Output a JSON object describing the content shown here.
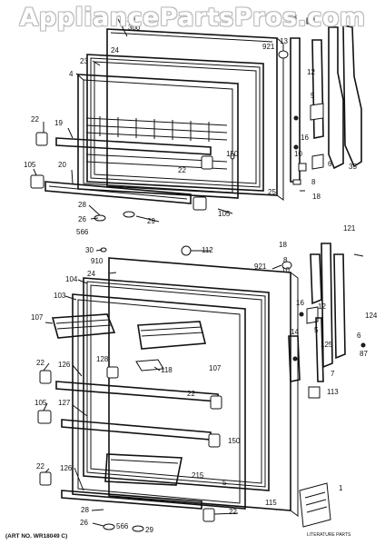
{
  "watermark": "AppliancePartsPros.com",
  "art_number": "(ART NO. WR18049 C)",
  "literature_caption": "LITERATURE PARTS",
  "callouts": {
    "c20": "20",
    "c300": "300",
    "c24a": "24",
    "c23": "23",
    "c4": "4",
    "c18a": "18",
    "c921a": "921",
    "c13": "13",
    "c12a": "12",
    "c35": "35",
    "c5a": "5",
    "c16a": "16",
    "c10a": "10",
    "c6a": "6",
    "c8a": "8",
    "c18b": "18",
    "c22a": "22",
    "c19": "19",
    "c150a": "150",
    "c22b": "22",
    "c25": "25",
    "c105a": "105",
    "c20b": "20",
    "c28a": "28",
    "c26a": "26",
    "c566a": "566",
    "c29a": "29",
    "c105b": "105",
    "c30": "30",
    "c112": "112",
    "c910": "910",
    "c24b": "24",
    "c104": "104",
    "c103": "103",
    "c107a": "107",
    "c18c": "18",
    "c8b": "8",
    "c921b": "921",
    "c10b": "10",
    "c121": "121",
    "c16b": "16",
    "c12b": "12",
    "c14": "14",
    "c5b": "5",
    "c125": "125",
    "c124": "124",
    "c6b": "6",
    "c87": "87",
    "c7": "7",
    "c128": "128",
    "c118": "118",
    "c107b": "107",
    "c113": "113",
    "c22c": "22",
    "c126a": "126",
    "c105c": "105",
    "c127": "127",
    "c22d": "22",
    "c150b": "150",
    "c215": "215",
    "c22e": "22",
    "c126b": "126",
    "c5c": "5",
    "c115": "115",
    "c1": "1",
    "c28b": "28",
    "c26b": "26",
    "c566b": "566",
    "c29b": "29",
    "c22f": "22"
  }
}
